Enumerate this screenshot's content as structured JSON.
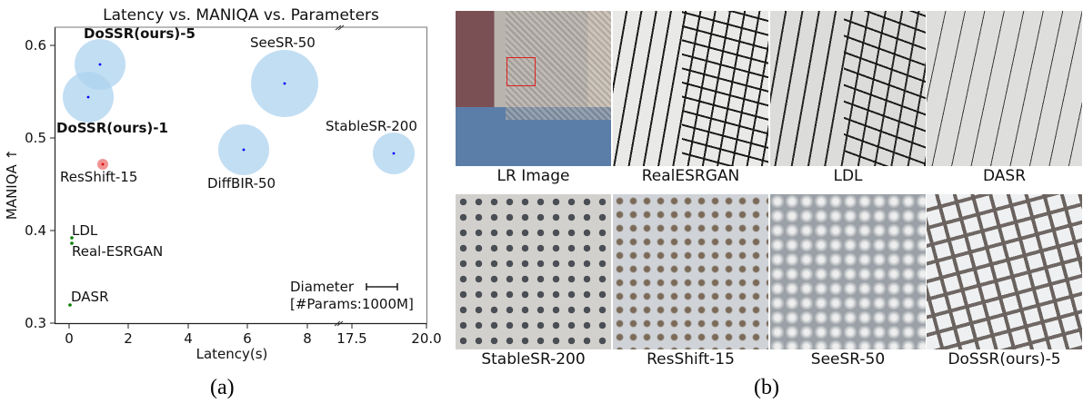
{
  "panel_a": {
    "caption": "(a)",
    "title": "Latency vs. MANIQA vs. Parameters",
    "xlabel": "Latency(s)",
    "ylabel": "MANIQA ↑",
    "legend_line1": "Diameter",
    "legend_line2": "[#Params:1000M]"
  },
  "panel_b": {
    "caption": "(b)",
    "tiles": [
      {
        "label": "LR Image"
      },
      {
        "label": "RealESRGAN"
      },
      {
        "label": "LDL"
      },
      {
        "label": "DASR"
      },
      {
        "label": "StableSR-200"
      },
      {
        "label": "ResShift-15"
      },
      {
        "label": "SeeSR-50"
      },
      {
        "label": "DoSSR(ours)-5"
      }
    ]
  },
  "chart_data": {
    "type": "scatter",
    "title": "Latency vs. MANIQA vs. Parameters",
    "xlabel": "Latency(s)",
    "ylabel": "MANIQA ↑",
    "x_axis": {
      "broken": true,
      "segments": [
        [
          -0.5,
          9.0
        ],
        [
          16.6,
          20.0
        ]
      ],
      "ticks": [
        "0",
        "2",
        "4",
        "6",
        "8",
        "17.5",
        "20.0"
      ]
    },
    "ylim": [
      0.3,
      0.62
    ],
    "y_ticks": [
      "0.3",
      "0.4",
      "0.5",
      "0.6"
    ],
    "grid": false,
    "size_encoding": "bubble diameter proportional to #Params; reference bar = 1000M",
    "points": [
      {
        "name": "DoSSR(ours)-5",
        "latency": 1.05,
        "maniqa": 0.58,
        "bubble_radius_px": 28,
        "color": "#aed3ef",
        "center_color": "#0000ff",
        "bold": true
      },
      {
        "name": "DoSSR(ours)-1",
        "latency": 0.65,
        "maniqa": 0.545,
        "bubble_radius_px": 28,
        "color": "#aed3ef",
        "center_color": "#0000ff",
        "bold": true
      },
      {
        "name": "SeeSR-50",
        "latency": 7.25,
        "maniqa": 0.559,
        "bubble_radius_px": 37,
        "color": "#aed3ef",
        "center_color": "#0000ff",
        "bold": false
      },
      {
        "name": "DiffBIR-50",
        "latency": 5.85,
        "maniqa": 0.487,
        "bubble_radius_px": 28,
        "color": "#aed3ef",
        "center_color": "#0000ff",
        "bold": false
      },
      {
        "name": "StableSR-200",
        "latency": 19.0,
        "maniqa": 0.484,
        "bubble_radius_px": 23,
        "color": "#aed3ef",
        "center_color": "#0000ff",
        "bold": false
      },
      {
        "name": "ResShift-15",
        "latency": 1.1,
        "maniqa": 0.471,
        "bubble_radius_px": 6,
        "color": "#f08080",
        "center_color": "#e00000",
        "bold": false
      },
      {
        "name": "LDL",
        "latency": 0.1,
        "maniqa": 0.392,
        "bubble_radius_px": 0,
        "color": "#008000",
        "center_color": "#008000",
        "bold": false
      },
      {
        "name": "Real-ESRGAN",
        "latency": 0.1,
        "maniqa": 0.386,
        "bubble_radius_px": 0,
        "color": "#008000",
        "center_color": "#008000",
        "bold": false
      },
      {
        "name": "DASR",
        "latency": 0.05,
        "maniqa": 0.32,
        "bubble_radius_px": 0,
        "color": "#008000",
        "center_color": "#008000",
        "bold": false
      }
    ],
    "legend": {
      "text": [
        "Diameter",
        "[#Params:1000M]"
      ],
      "position": "lower right"
    }
  }
}
